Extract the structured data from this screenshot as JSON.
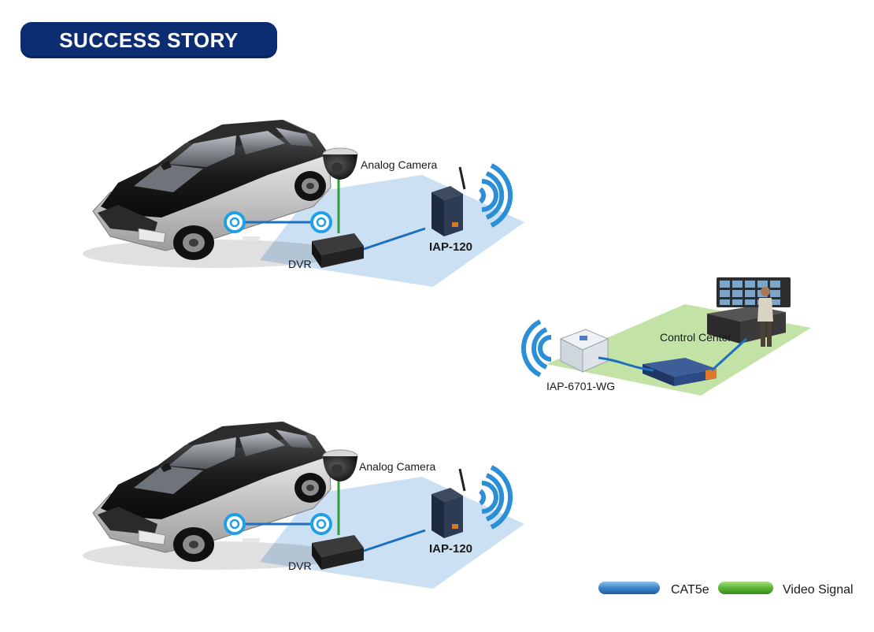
{
  "header": {
    "title": "SUCCESS STORY"
  },
  "vehicles": [
    {
      "camera_label": "Analog Camera",
      "dvr_label": "DVR",
      "ap_label": "IAP-120"
    },
    {
      "camera_label": "Analog Camera",
      "dvr_label": "DVR",
      "ap_label": "IAP-120"
    }
  ],
  "control": {
    "center_label": "Control Center",
    "ap_label": "IAP-6701-WG"
  },
  "legend": [
    {
      "label": "CAT5e",
      "color": "#3d86c9"
    },
    {
      "label": "Video Signal",
      "color": "#5cb532"
    }
  ],
  "colors": {
    "banner": "#0d2d72",
    "floor_blue": "#c9def2",
    "floor_green": "#c3e3a6",
    "cat5e": "#1d6fc0",
    "video": "#2e9d3a",
    "signal": "#2a8fd6"
  }
}
